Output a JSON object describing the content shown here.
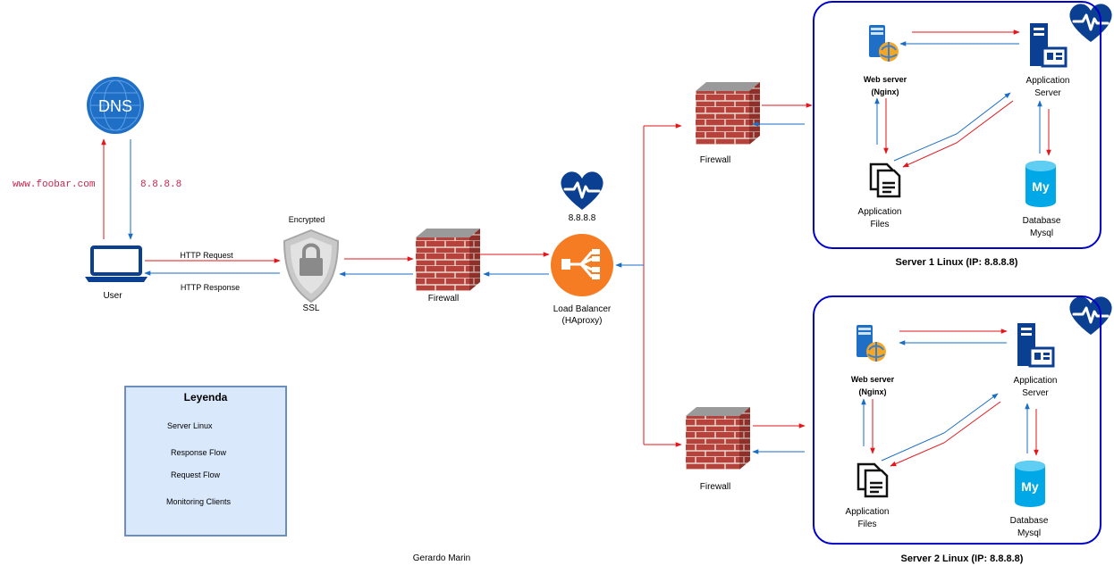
{
  "dns": {
    "label": "DNS"
  },
  "user": {
    "label": "User"
  },
  "queries": {
    "domain": "www.foobar.com",
    "ip": "8.8.8.8"
  },
  "ssl": {
    "top": "Encrypted",
    "bottom": "SSL"
  },
  "http": {
    "request": "HTTP Request",
    "response": "HTTP Response"
  },
  "firewall": {
    "label": "Firewall"
  },
  "load_balancer": {
    "ip": "8.8.8.8",
    "line1": "Load Balancer",
    "line2": "(HAproxy)"
  },
  "server1": {
    "web_server": "Web server",
    "web_sub": "(Nginx)",
    "app_server": "Application",
    "app_server2": "Server",
    "app_files": "Application",
    "app_files2": "Files",
    "db": "Database",
    "db2": "Mysql",
    "caption": "Server 1 Linux (IP: 8.8.8.8)"
  },
  "server2": {
    "web_server": "Web server",
    "web_sub": "(Nginx)",
    "app_server": "Application",
    "app_server2": "Server",
    "app_files": "Application",
    "app_files2": "Files",
    "db": "Database",
    "db2": "Mysql",
    "caption": "Server 2 Linux (IP: 8.8.8.8)"
  },
  "mysql_icon_text": "My",
  "legend": {
    "title": "Leyenda",
    "server": "Server Linux",
    "response": "Response Flow",
    "request": "Request Flow",
    "monitoring": "Monitoring Clients"
  },
  "author": "Gerardo Marin",
  "colors": {
    "request": "#e3161b",
    "response": "#1a6dc4",
    "server_border": "#0000cc",
    "lb": "#f57c22",
    "brick": "#b5433b",
    "heart": "#0b3f91"
  },
  "icons": [
    "globe-icon",
    "laptop-icon",
    "shield-lock-icon",
    "firewall-icon",
    "load-balancer-icon",
    "heartbeat-icon",
    "web-server-icon",
    "app-server-icon",
    "files-icon",
    "database-icon"
  ]
}
